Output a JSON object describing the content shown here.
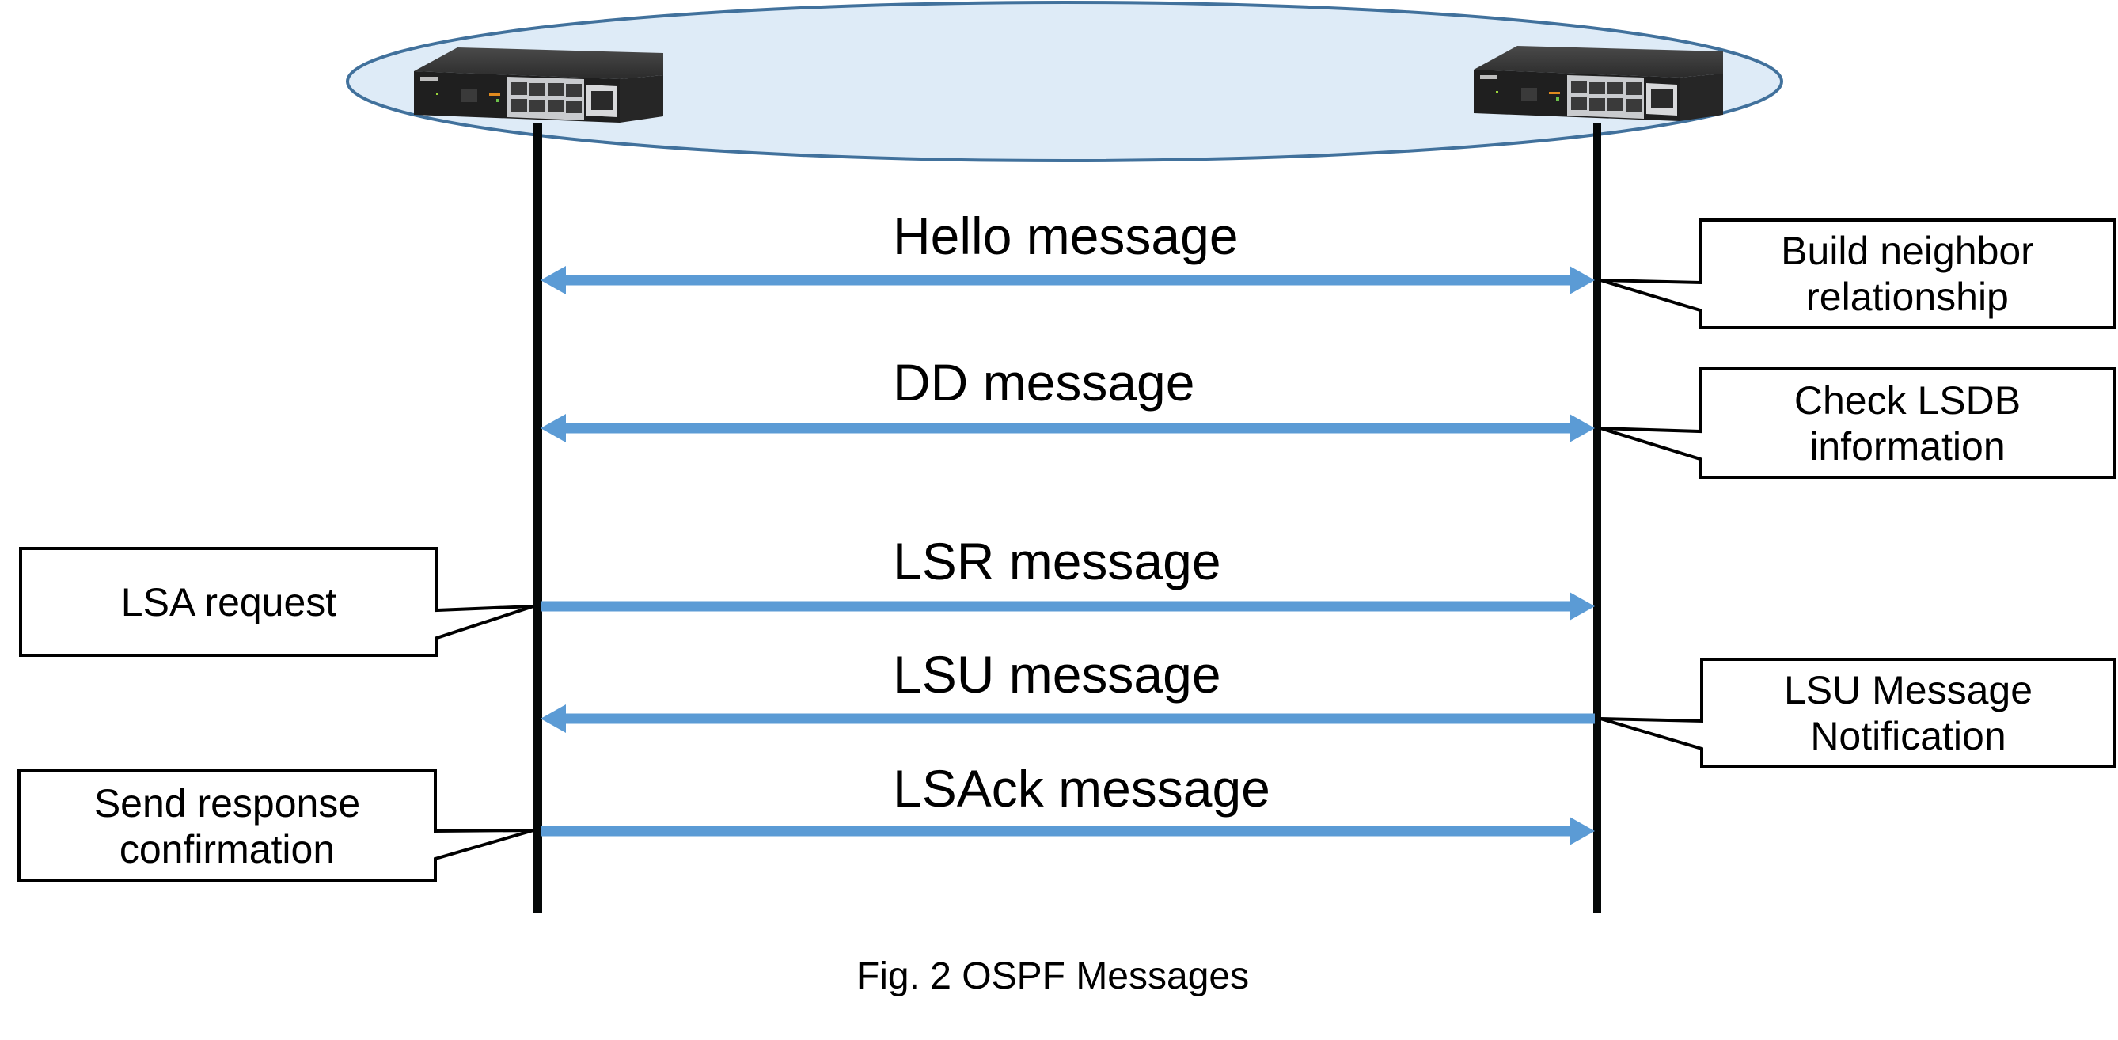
{
  "figure": {
    "caption": "Fig. 2 OSPF Messages",
    "colors": {
      "area_fill": "#DEEBF7",
      "area_stroke": "#41719C",
      "arrow": "#5B9BD5",
      "lifeline": "#000000"
    }
  },
  "routers": [
    {
      "name": "router-left",
      "icon": "network-switch-icon"
    },
    {
      "name": "router-right",
      "icon": "network-switch-icon"
    }
  ],
  "messages": [
    {
      "label": "Hello message",
      "direction": "both"
    },
    {
      "label": "DD message",
      "direction": "both"
    },
    {
      "label": "LSR message",
      "direction": "right"
    },
    {
      "label": "LSU message",
      "direction": "left"
    },
    {
      "label": "LSAck message",
      "direction": "right"
    }
  ],
  "callouts": [
    {
      "text": "Build neighbor\nrelationship",
      "side": "right",
      "message": "Hello message"
    },
    {
      "text": "Check LSDB\ninformation",
      "side": "right",
      "message": "DD message"
    },
    {
      "text": "LSA request",
      "side": "left",
      "message": "LSR message"
    },
    {
      "text": "LSU Message\nNotification",
      "side": "right",
      "message": "LSU message"
    },
    {
      "text": "Send response\nconfirmation",
      "side": "left",
      "message": "LSAck message"
    }
  ]
}
